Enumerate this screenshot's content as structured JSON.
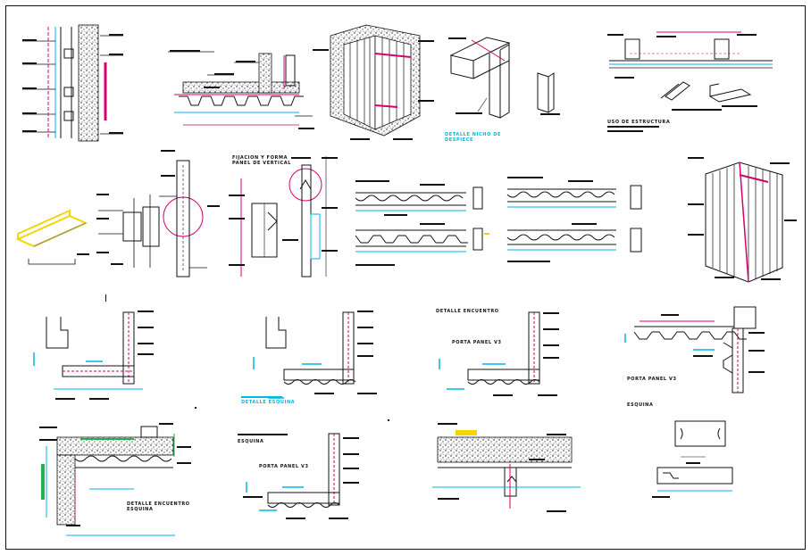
{
  "colors": {
    "background": "#ffffff",
    "line": "#111111",
    "magenta": "#d4006e",
    "cyan": "#00b7e6",
    "yellow": "#f2d600",
    "green": "#22b14c",
    "grey": "#8c8c8c",
    "red": "#e00000"
  },
  "labels": {
    "detalle_nicho": "DETALLE NICHO DE\nDESPIECE",
    "uso_estructura": "USO DE ESTRUCTURA",
    "fijacion_forma": "FIJACION Y FORMA\nPANEL DE VERTICAL",
    "detalle_encuentro_1": "DETALLE ENCUENTRO",
    "porta_panel_v3_a": "PORTA PANEL V3",
    "porta_panel_v3_b": "PORTA PANEL V3",
    "esquina_a": "ESQUINA",
    "detalle_esquina": "DETALLE ESQUINA",
    "esquina_b": "ESQUINA",
    "porta_panel_v3_c": "PORTA PANEL V3",
    "detalle_encuentro_2": "DETALLE ENCUENTRO\nESQUINA"
  }
}
